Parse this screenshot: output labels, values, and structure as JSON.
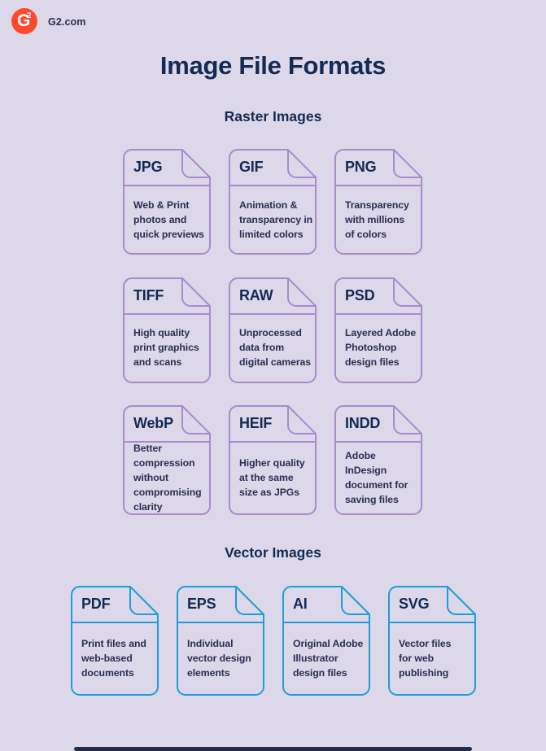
{
  "colors": {
    "background": "#dcd8e9",
    "raster_border": "#a78bcb",
    "vector_border": "#1f9dd9",
    "text_navy": "#142a52",
    "brand_red": "#ff492c",
    "bottom_bar": "#242c47"
  },
  "header": {
    "brand": "G2.com",
    "logo_g": "G",
    "logo_2": "2"
  },
  "title": "Image File Formats",
  "sections": [
    {
      "heading": "Raster Images",
      "cards": [
        {
          "name": "JPG",
          "desc": "Web & Print\nphotos and\nquick previews"
        },
        {
          "name": "GIF",
          "desc": "Animation &\ntransparency in\nlimited colors"
        },
        {
          "name": "PNG",
          "desc": "Transparency\nwith millions\nof colors"
        },
        {
          "name": "TIFF",
          "desc": "High quality\nprint graphics\nand scans"
        },
        {
          "name": "RAW",
          "desc": "Unprocessed\ndata from\ndigital cameras"
        },
        {
          "name": "PSD",
          "desc": "Layered Adobe\nPhotoshop\ndesign files"
        },
        {
          "name": "WebP",
          "desc": "Better\ncompression\nwithout\ncompromising\nclarity"
        },
        {
          "name": "HEIF",
          "desc": "Higher quality\nat the same\nsize as JPGs"
        },
        {
          "name": "INDD",
          "desc": "Adobe InDesign\ndocument for\nsaving files"
        }
      ]
    },
    {
      "heading": "Vector Images",
      "cards": [
        {
          "name": "PDF",
          "desc": "Print files and\nweb-based\ndocuments"
        },
        {
          "name": "EPS",
          "desc": "Individual\nvector design\nelements"
        },
        {
          "name": "AI",
          "desc": "Original Adobe\nIllustrator\ndesign files"
        },
        {
          "name": "SVG",
          "desc": "Vector files\nfor web\npublishing"
        }
      ]
    }
  ]
}
